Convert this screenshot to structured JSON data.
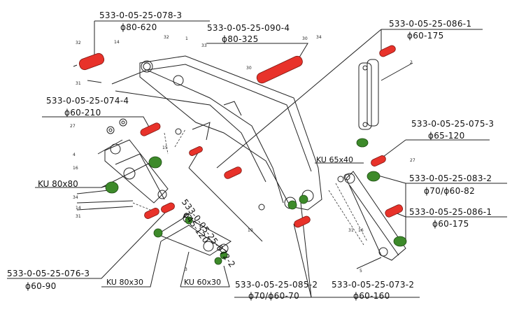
{
  "diagram": {
    "callouts": [
      {
        "id": "c1",
        "part": "533-0-05-25-078-3",
        "size": "ϕ80-620"
      },
      {
        "id": "c2",
        "part": "533-0-05-25-090-4",
        "size": "ϕ80-325"
      },
      {
        "id": "c3",
        "part": "533-0-05-25-086-1",
        "size": "ϕ60-175"
      },
      {
        "id": "c4",
        "part": "533-0-05-25-074-4",
        "size": "ϕ60-210"
      },
      {
        "id": "c5",
        "part": "533-0-05-25-075-3",
        "size": "ϕ65-120"
      },
      {
        "id": "c6",
        "part": "533-0-05-25-083-2",
        "size": "ϕ70/ϕ60-82"
      },
      {
        "id": "c7",
        "part": "533-0-05-25-086-1",
        "size": "ϕ60-175"
      },
      {
        "id": "c8",
        "part": "533-0-05-25-072-2",
        "size": "ϕ45-120"
      },
      {
        "id": "c9",
        "part": "533-0-05-25-076-3",
        "size": "ϕ60-90"
      },
      {
        "id": "c10",
        "part": "533-0-05-25-085-2",
        "size": "ϕ70/ϕ60-70"
      },
      {
        "id": "c11",
        "part": "533-0-05-25-073-2",
        "size": "ϕ60-160"
      }
    ],
    "bushings": [
      {
        "id": "b1",
        "label": "KU 80x80"
      },
      {
        "id": "b2",
        "label": "KU 65x40"
      },
      {
        "id": "b3",
        "label": "KU 80x30"
      },
      {
        "id": "b4",
        "label": "KU 60x30"
      }
    ],
    "item_numbers": [
      "32",
      "14",
      "31",
      "32",
      "1",
      "33",
      "30",
      "34",
      "30",
      "2",
      "27",
      "4",
      "16",
      "15",
      "34",
      "14",
      "31",
      "27",
      "10",
      "31",
      "16",
      "5",
      "3"
    ],
    "colors": {
      "pin": "#e8322a",
      "bushing": "#3d8a2a",
      "line": "#111111"
    }
  }
}
